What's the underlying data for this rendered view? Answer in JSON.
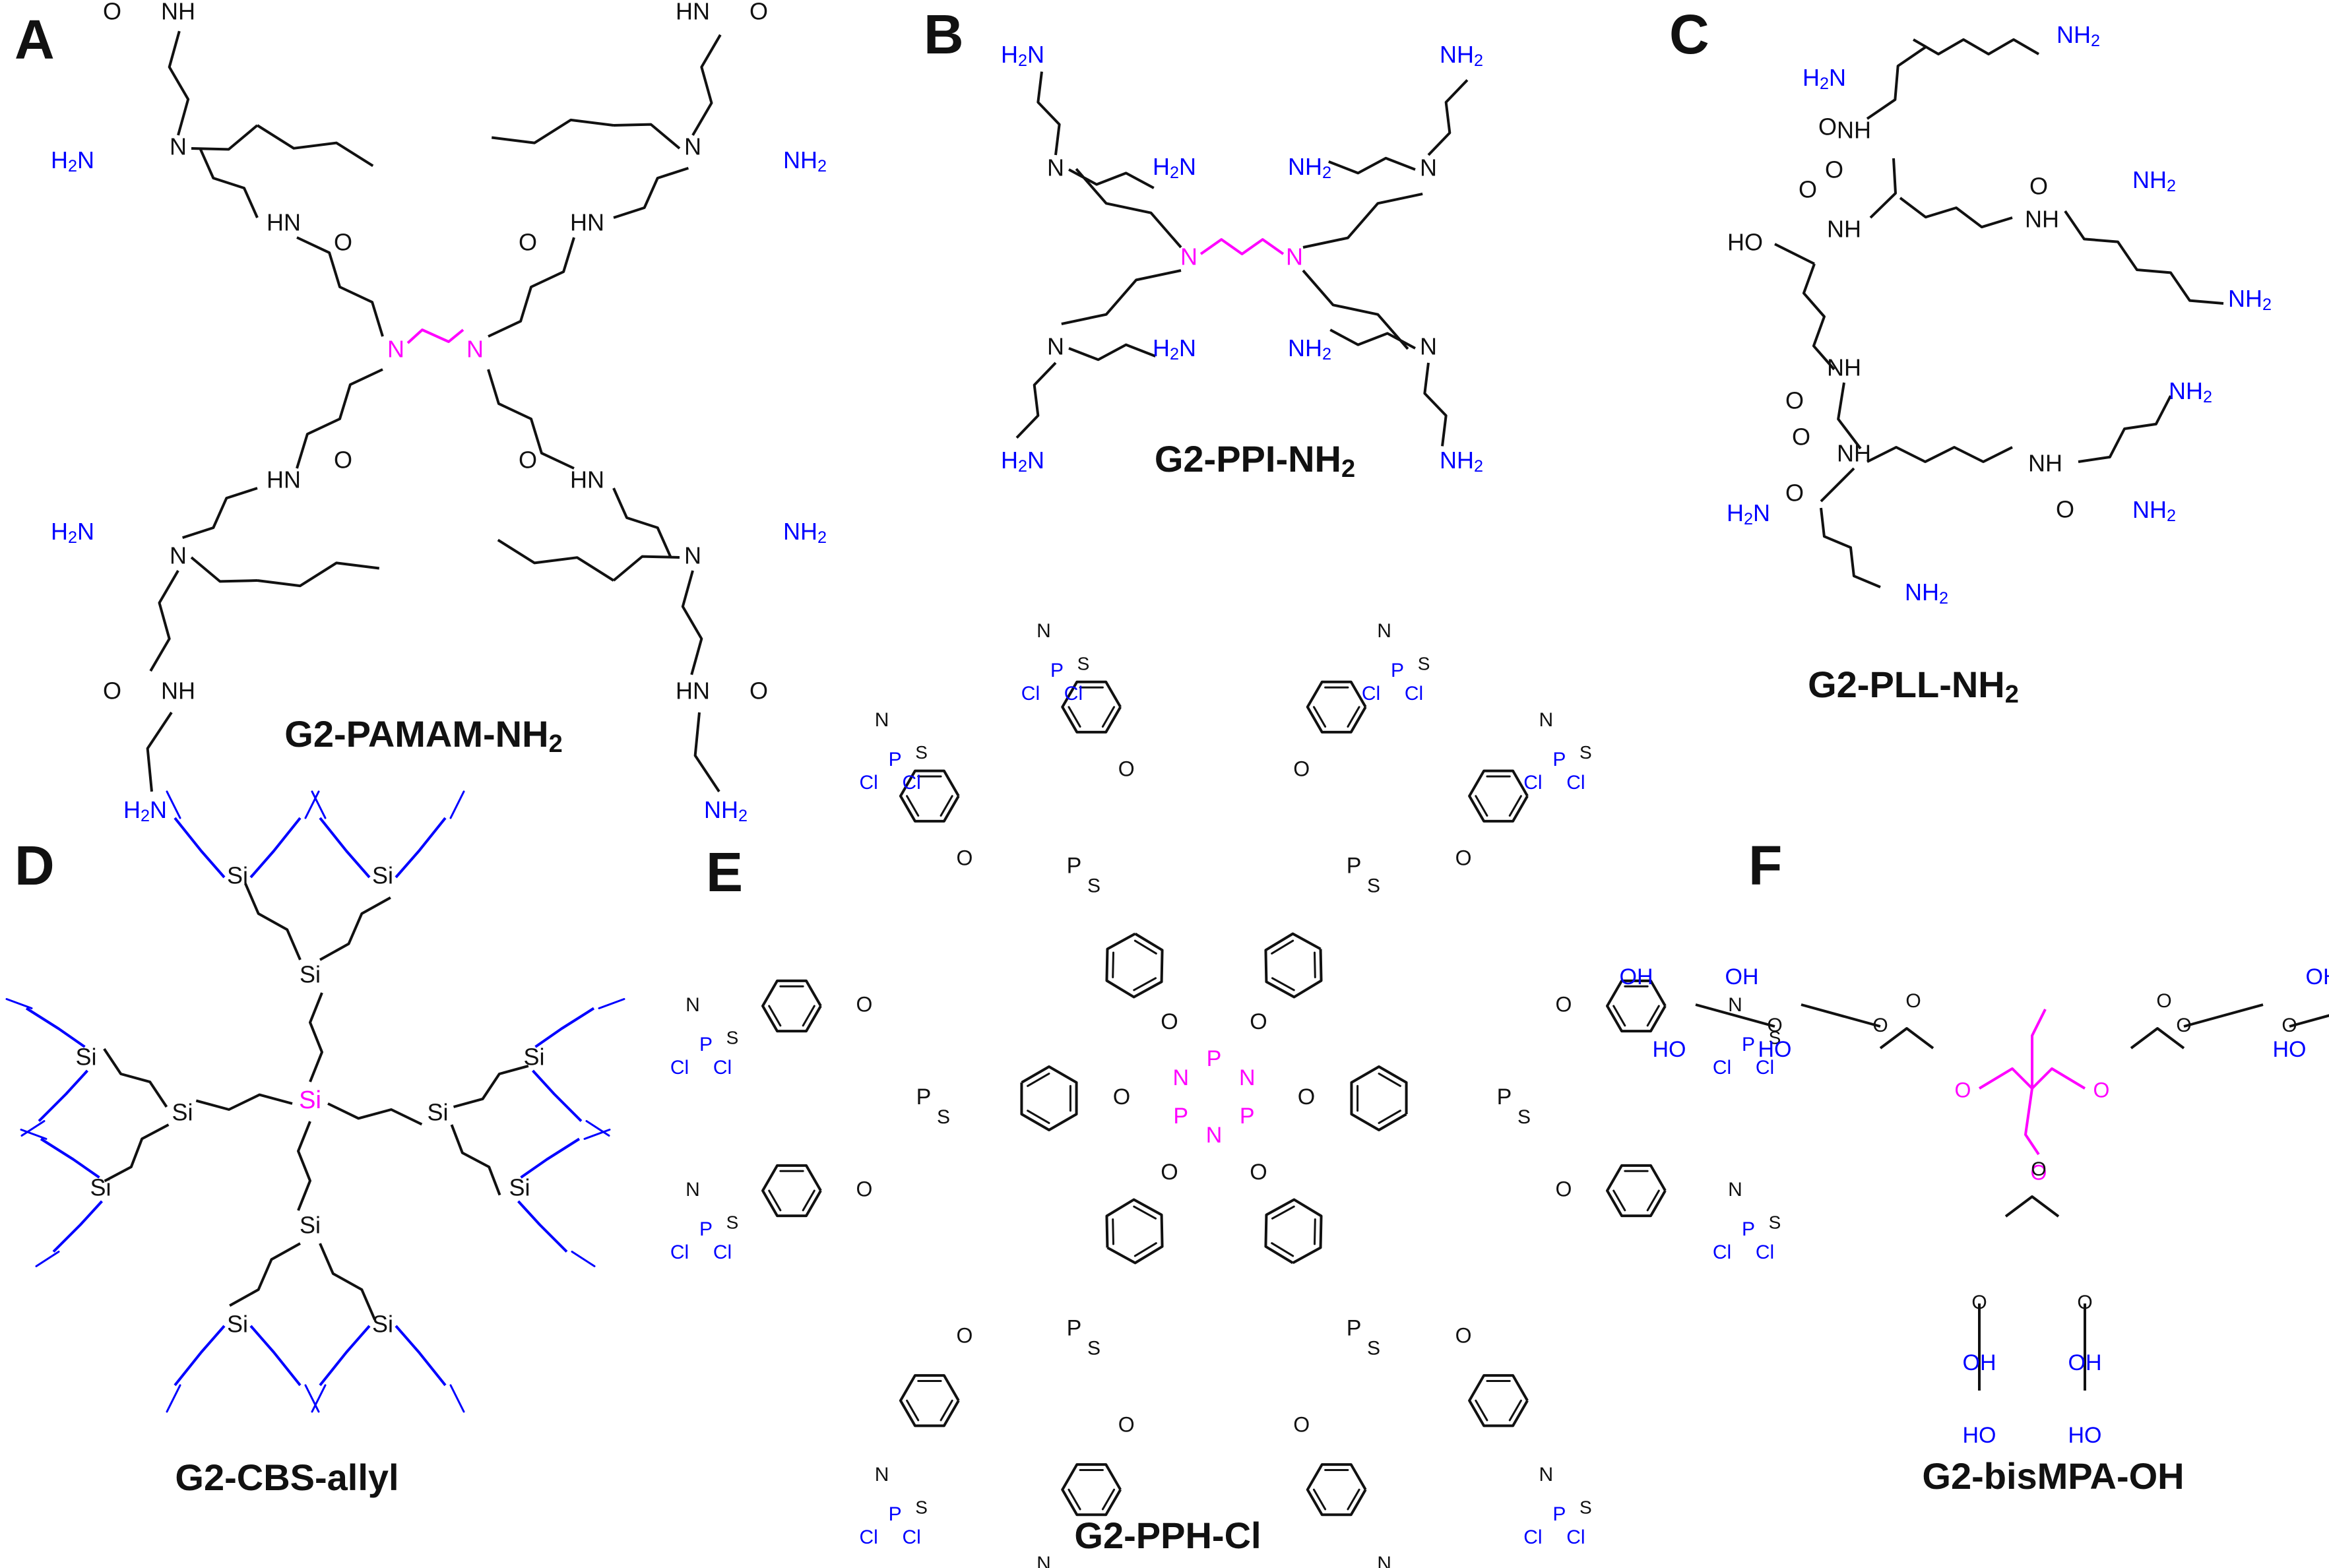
{
  "colors": {
    "core": "#ff00ff",
    "terminal": "#0000ff",
    "bond": "#111111"
  },
  "panels": [
    {
      "letter": "A",
      "caption_main": "G2-PAMAM-NH",
      "caption_sub": "2"
    },
    {
      "letter": "B",
      "caption_main": "G2-PPI-NH",
      "caption_sub": "2"
    },
    {
      "letter": "C",
      "caption_main": "G2-PLL-NH",
      "caption_sub": "2"
    },
    {
      "letter": "D",
      "caption_main": "G2-CBS-allyl",
      "caption_sub": ""
    },
    {
      "letter": "E",
      "caption_main": "G2-PPH-Cl",
      "caption_sub": ""
    },
    {
      "letter": "F",
      "caption_main": "G2-bisMPA-OH",
      "caption_sub": ""
    }
  ],
  "atoms": {
    "N": "N",
    "NH": "NH",
    "HN": "HN",
    "NH2": "NH2",
    "H2N": "H2N",
    "O": "O",
    "Si": "Si",
    "P": "P",
    "S": "S",
    "Cl": "Cl",
    "OH": "OH",
    "HO": "HO"
  }
}
